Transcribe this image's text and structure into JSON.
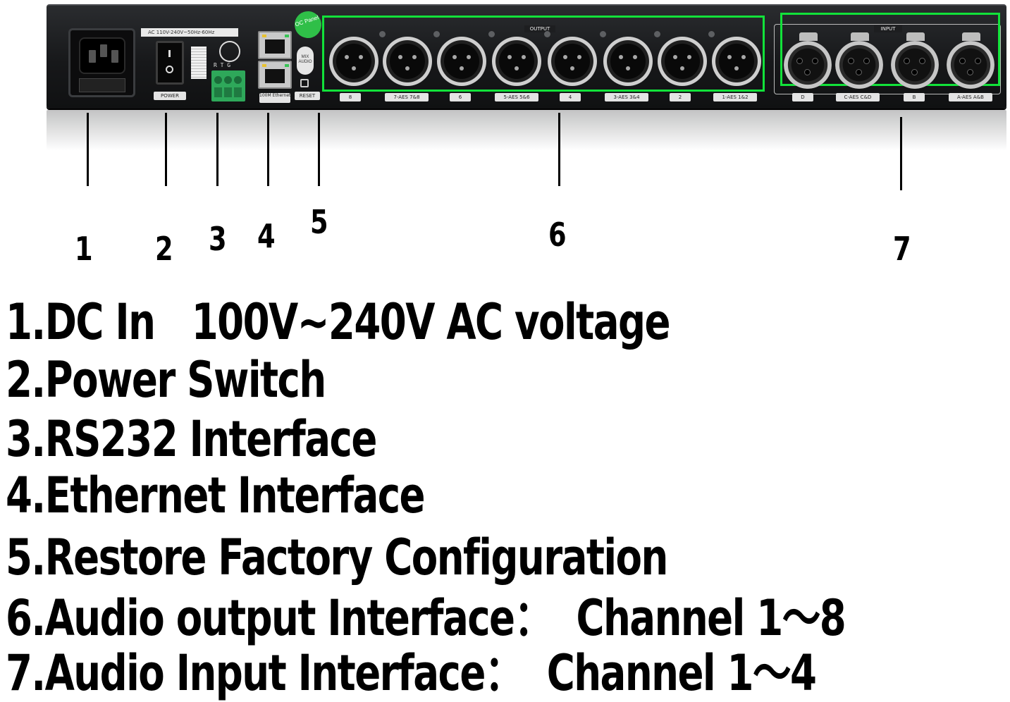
{
  "device": {
    "ac_rating": "AC 110V-240V~50Hz-60Hz",
    "power_tag": "POWER",
    "rs232_pins": "R T G",
    "ethernet_tag": "100M Ethernet",
    "oc_badge": "OC Panel",
    "mix_badge": "MIX AUDIO",
    "reset_tag": "RESET",
    "output_group": "OUTPUT",
    "input_group": "INPUT",
    "output_tags": [
      "8",
      "7-AES 7&8",
      "6",
      "5-AES 5&6",
      "4",
      "3-AES 3&4",
      "2",
      "1-AES 1&2"
    ],
    "input_tags": [
      "D",
      "C-AES C&D",
      "B",
      "A-AES A&B"
    ],
    "highlight_color": "#12e23a"
  },
  "callouts": [
    "1",
    "2",
    "3",
    "4",
    "5",
    "6",
    "7"
  ],
  "legend": [
    "1.DC In   100V~240V AC voltage",
    "2.Power Switch",
    "3.RS232 Interface",
    "4.Ethernet Interface",
    "5.Restore Factory Configuration",
    "6.Audio output Interface：  Channel 1～8",
    "7.Audio Input Interface：  Channel 1～4"
  ]
}
